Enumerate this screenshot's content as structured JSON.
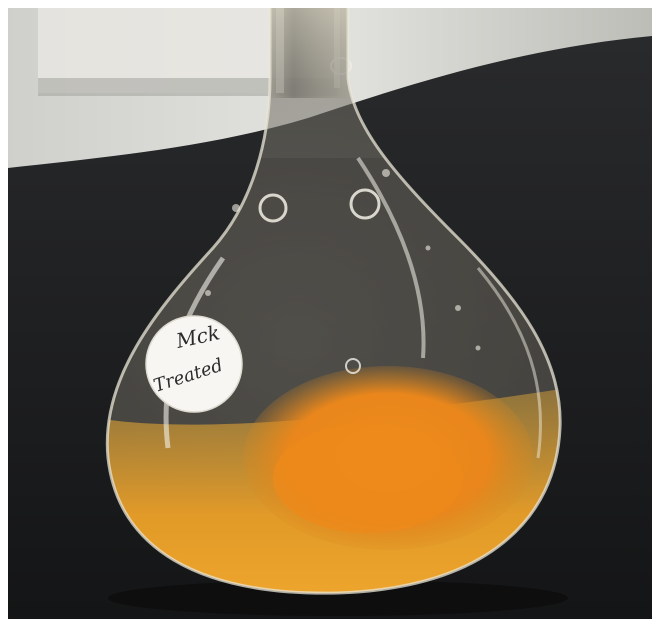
{
  "photo": {
    "subject": "flask",
    "colors": {
      "bench_top": "#1b1c1e",
      "background_wall": "#d9d9d6",
      "liquid": "#e8a22a",
      "precipitate": "#e9861c",
      "glass_highlight": "#f4f2ea",
      "label_sticker": "#f7f6f2"
    }
  },
  "label": {
    "line1": "Mck",
    "line2": "Treated"
  }
}
